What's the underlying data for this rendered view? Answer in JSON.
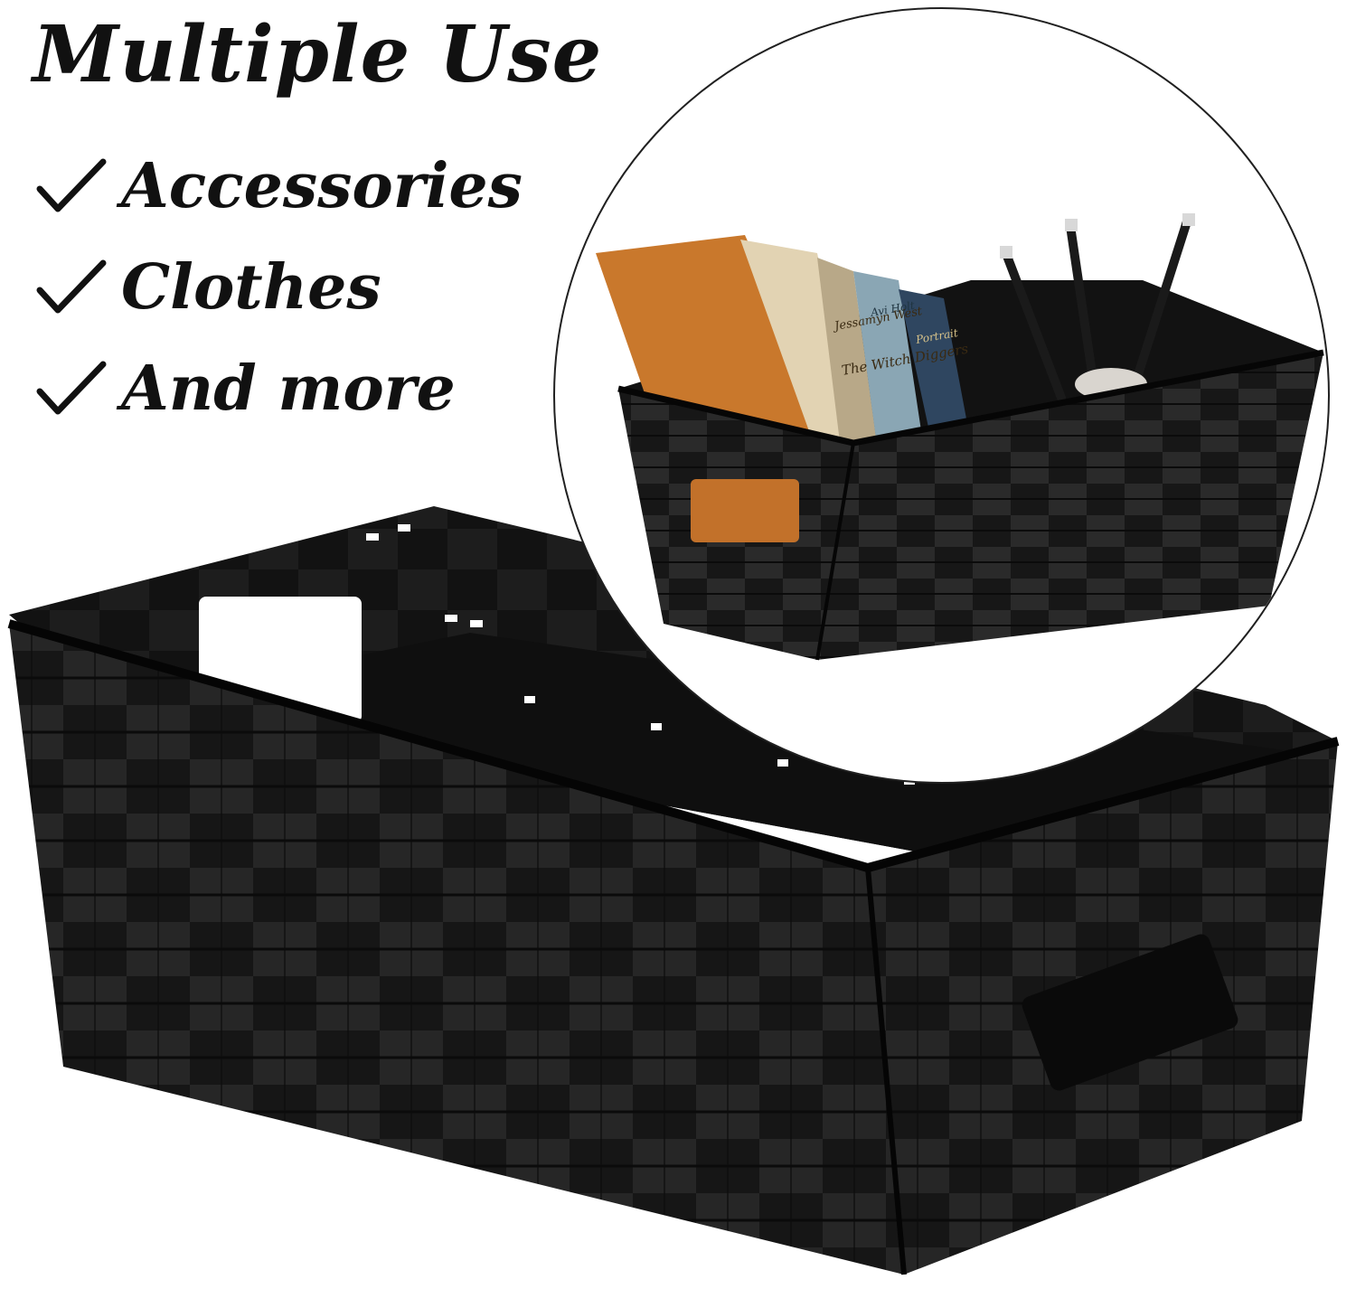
{
  "headline": "Multiple Use",
  "uses": [
    {
      "label": "Accessories"
    },
    {
      "label": "Clothes"
    },
    {
      "label": "And more"
    }
  ],
  "icons": {
    "check": "check-mark-icon"
  },
  "book_spines": {
    "first": "Jessamyn West",
    "first_title": "The Witch Diggers",
    "second": "Avi Holt",
    "third": "Portrait"
  },
  "colors": {
    "text": "#111111",
    "basket": "#1c1c1c",
    "basket_dark": "#0e0e0e",
    "book_orange": "#c9782c",
    "book_beige": "#b8a888",
    "book_blue": "#8aa6b4",
    "book_navy": "#2f4660"
  }
}
